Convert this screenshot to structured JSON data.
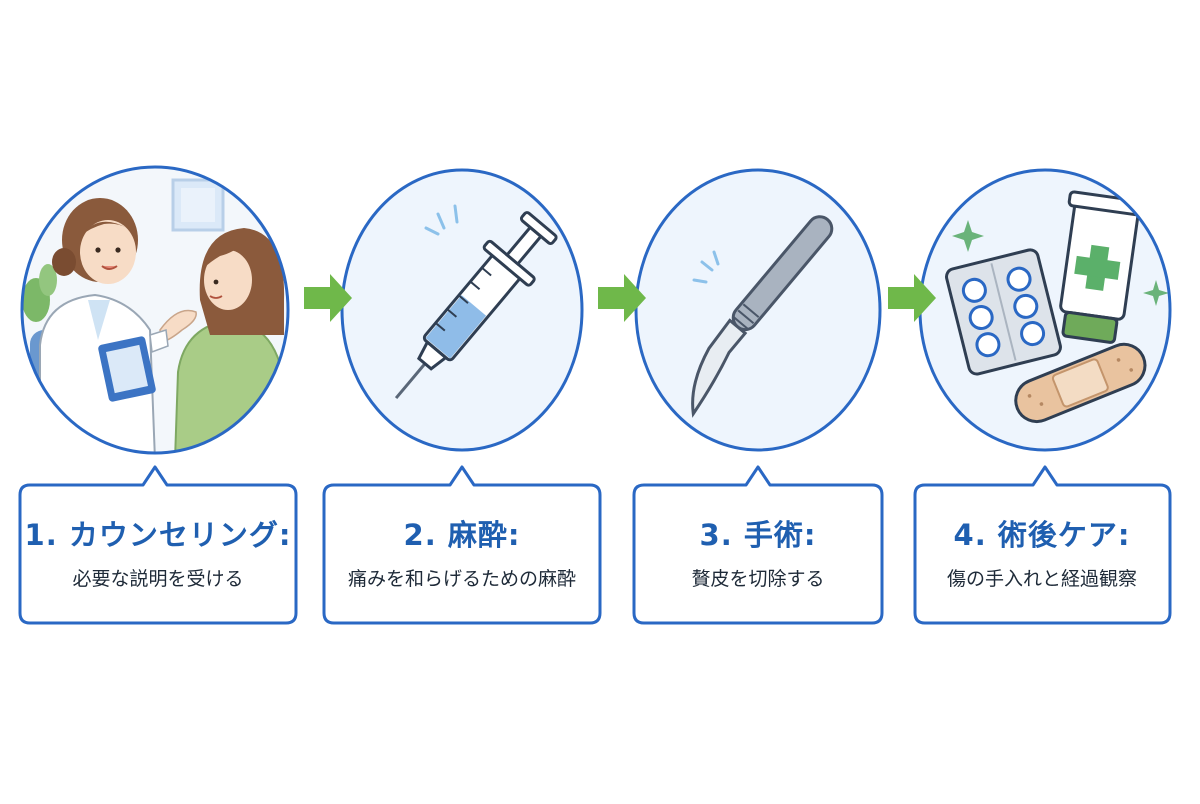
{
  "steps": [
    {
      "title": "1. カウンセリング:",
      "desc": "必要な説明を受ける"
    },
    {
      "title": "2. 麻酔:",
      "desc": "痛みを和らげるための麻酔"
    },
    {
      "title": "3. 手術:",
      "desc": "贅皮を切除する"
    },
    {
      "title": "4. 術後ケア:",
      "desc": "傷の手入れと経過観察"
    }
  ],
  "colors": {
    "circle_border": "#2a68c4",
    "circle_fill": "#eef5fd",
    "arrow": "#6fb84a",
    "title_text": "#1f5fb0",
    "desc_text": "#1e2a38"
  },
  "icons": {
    "step1": "counseling-doctor-patient-icon",
    "step2": "syringe-icon",
    "step3": "scalpel-icon",
    "step4": "medicine-ointment-bandage-icon"
  }
}
